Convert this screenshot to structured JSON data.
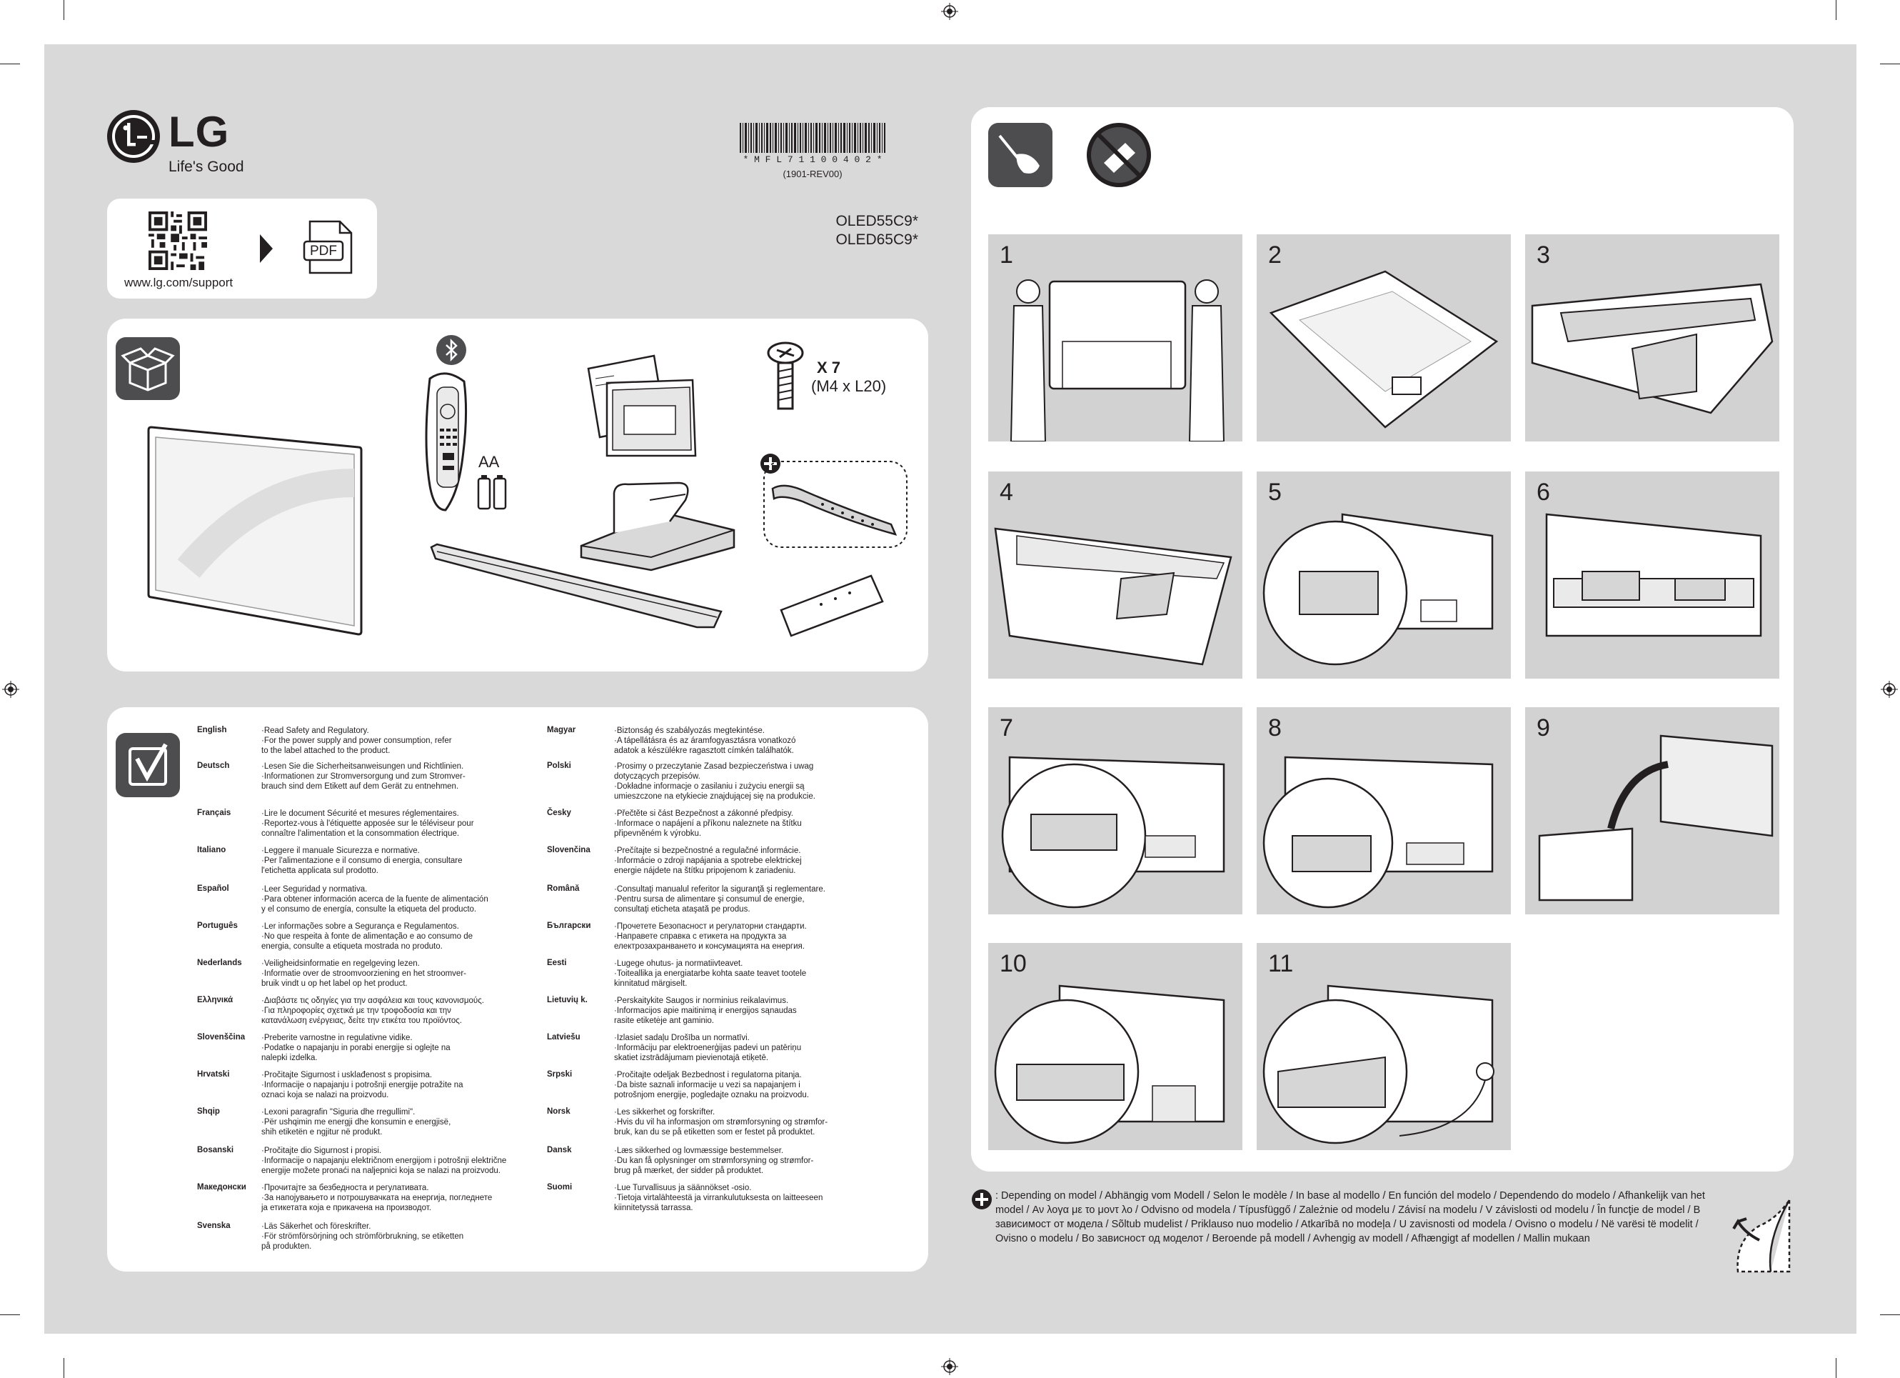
{
  "header": {
    "brand": "LG",
    "tagline": "Life's Good",
    "barcode_text": "* M F L 7 1 1 0 0 4 0 2 *",
    "revision": "(1901-REV00)",
    "models": [
      "OLED55C9*",
      "OLED65C9*"
    ]
  },
  "support": {
    "url": "www.lg.com/support",
    "pdf_label": "PDF"
  },
  "accessories": {
    "remote_battery_label": "AA",
    "screw_count": "X 7",
    "screw_size": "(M4 x L20)"
  },
  "regulatory": {
    "left": [
      {
        "lang": "English",
        "lines": [
          "·Read **Safety and Regulatory**.",
          "·For the power supply and power consumption, refer\n  to the label attached to the product."
        ]
      },
      {
        "lang": "Deutsch",
        "lines": [
          "·Lesen Sie die Sicherheitsanweisungen und Richtlinien.",
          "·Informationen zur Stromversorgung und zum Stromver-\n  brauch sind dem Etikett auf dem Gerät zu entnehmen."
        ]
      },
      {
        "lang": "Français",
        "lines": [
          "·Lire le document Sécurité et mesures réglementaires.",
          "·Reportez-vous à l'étiquette apposée sur le téléviseur pour\n  connaître l'alimentation et la consommation électrique."
        ]
      },
      {
        "lang": "Italiano",
        "lines": [
          "·Leggere il manuale Sicurezza e normative.",
          "·Per l'alimentazione e il consumo di energia, consultare\n  l'etichetta applicata sul prodotto."
        ]
      },
      {
        "lang": "Español",
        "lines": [
          "·Leer Seguridad y normativa.",
          "·Para obtener información acerca de la fuente de alimentación\n  y el consumo de energía, consulte la etiqueta del producto."
        ]
      },
      {
        "lang": "Português",
        "lines": [
          "·Ler informações sobre a Segurança e Regulamentos.",
          "·No que respeita à fonte de alimentação e ao consumo de\n  energia, consulte a etiqueta mostrada no produto."
        ]
      },
      {
        "lang": "Nederlands",
        "lines": [
          "·Veiligheidsinformatie en regelgeving lezen.",
          "·Informatie over de stroomvoorziening en het stroomver-\n  bruik vindt u op het label op het product."
        ]
      },
      {
        "lang": "Ελληνικά",
        "lines": [
          "·Διαβάστε τις οδηγίες για την ασφάλεια και τους κανονισμούς.",
          "·Για πληροφορίες σχετικά με την τροφοδοσία και την\n  κατανάλωση ενέργειας, δείτε την ετικέτα του προϊόντος."
        ]
      },
      {
        "lang": "Slovenščina",
        "lines": [
          "·Preberite varnostne in regulativne vidike.",
          "·Podatke o napajanju in porabi energije si oglejte na\n  nalepki izdelka."
        ]
      },
      {
        "lang": "Hrvatski",
        "lines": [
          "·Pročitajte Sigurnost i usklađenost s propisima.",
          "·Informacije o napajanju i potrošnji energije potražite na\n  oznaci koja se nalazi na proizvodu."
        ]
      },
      {
        "lang": "Shqip",
        "lines": [
          "·Lexoni paragrafin \"Siguria dhe rregullimi\".",
          "·Për ushqimin me energji dhe konsumin e energjisë,\n  shih etiketën e ngjitur në produkt."
        ]
      },
      {
        "lang": "Bosanski",
        "lines": [
          "·Pročitajte dio Sigurnost i propisi.",
          "·Informacije o napajanju električnom energijom i potrošnji električne\n  energije možete pronaći na naljepnici koja se nalazi na proizvodu."
        ]
      },
      {
        "lang": "Македонски",
        "lines": [
          "·Прочитајте за безбедноста и регулативата.",
          "·За напојувањето и потрошувачката на енергија, погледнете\n  ја етикетата која е прикачена на производот."
        ]
      },
      {
        "lang": "Svenska",
        "lines": [
          "·Läs Säkerhet och föreskrifter.",
          "·För strömförsörjning och strömförbrukning, se etiketten\n  på produkten."
        ]
      }
    ],
    "right": [
      {
        "lang": "Magyar",
        "lines": [
          "·Biztonság és szabályozás megtekintése.",
          "·A tápellátásra és az áramfogyasztásra vonatkozó\n  adatok a készülékre ragasztott címkén találhatók."
        ]
      },
      {
        "lang": "Polski",
        "lines": [
          "·Prosimy o przeczytanie Zasad bezpieczeństwa i uwag\n  dotyczących przepisów.",
          "·Dokładne informacje o zasilaniu i zużyciu energii są\n  umieszczone na etykiecie znajdującej się na produkcie."
        ]
      },
      {
        "lang": "Česky",
        "lines": [
          "·Přečtěte si část Bezpečnost a zákonné předpisy.",
          "·Informace o napájení a příkonu naleznete na štítku\n  připevněném k výrobku."
        ]
      },
      {
        "lang": "Slovenčina",
        "lines": [
          "·Prečítajte si bezpečnostné a regulačné informácie.",
          "·Informácie o zdroji napájania a spotrebe elektrickej\n  energie nájdete na štítku pripojenom k zariadeniu."
        ]
      },
      {
        "lang": "Română",
        "lines": [
          "·Consultaţi manualul referitor la siguranţă şi reglementare.",
          "·Pentru sursa de alimentare şi consumul de energie,\n  consultaţi eticheta ataşată pe produs."
        ]
      },
      {
        "lang": "Български",
        "lines": [
          "·Прочетете Безопасност и регулаторни стандарти.",
          "·Направете справка с етикета на продукта за\n  електрозахранването и консумацията на енергия."
        ]
      },
      {
        "lang": "Eesti",
        "lines": [
          "·Lugege ohutus- ja normatiivteavet.",
          "·Toiteallika ja energiatarbe kohta saate teavet tootele\n  kinnitatud märgiselt."
        ]
      },
      {
        "lang": "Lietuvių k.",
        "lines": [
          "·Perskaitykite Saugos ir norminius reikalavimus.",
          "·Informacijos apie maitinimą ir energijos sąnaudas\n  rasite etiketėje ant gaminio."
        ]
      },
      {
        "lang": "Latviešu",
        "lines": [
          "·Izlasiet sadaļu Drošība un normatīvi.",
          "·Informāciju par elektroenerģijas padevi un patēriņu\n  skatiet izstrādājumam pievienotajā etiķetē."
        ]
      },
      {
        "lang": "Srpski",
        "lines": [
          "·Pročitajte odeljak Bezbednost i regulatorna pitanja.",
          "·Da biste saznali informacije u vezi sa napajanjem i\n  potrošnjom energije, pogledajte oznaku na proizvodu."
        ]
      },
      {
        "lang": "Norsk",
        "lines": [
          "·Les sikkerhet og forskrifter.",
          "·Hvis du vil ha informasjon om strømforsyning og strømfor-\n  bruk, kan du se på etiketten som er festet på produktet."
        ]
      },
      {
        "lang": "Dansk",
        "lines": [
          "·Læs sikkerhed og lovmæssige bestemmelser.",
          "·Du kan få oplysninger om strømforsyning og strømfor-\n  brug på mærket, der sidder på produktet."
        ]
      },
      {
        "lang": "Suomi",
        "lines": [
          "·Lue Turvallisuus ja säännökset -osio.",
          "·Tietoja virtalähteestä ja virrankulutuksesta on laitteeseen\n  kiinnitetyssä tarrassa."
        ]
      }
    ]
  },
  "steps": [
    "1",
    "2",
    "3",
    "4",
    "5",
    "6",
    "7",
    "8",
    "9",
    "10",
    "11"
  ],
  "footnote": ": Depending on model / Abhängig vom Modell / Selon le modèle / In base al modello / En función del modelo / Dependendo do modelo / Afhankelijk van het model / Αν λογα με το μοντ λο / Odvisno od modela / Típusfüggő / Zależnie od modelu / Závisí na modelu / V závislosti od modelu / În funcţie de model / В зависимост от модела / Sõltub mudelist / Priklauso nuo modelio / Atkarībā no modeļa / U zavisnosti od modela / Ovisno o modelu / Në varësi të modelit / Ovisno o modelu / Во зависност од моделот / Beroende på modell / Avhengig av modell / Afhængigt af modellen / Mallin mukaan"
}
